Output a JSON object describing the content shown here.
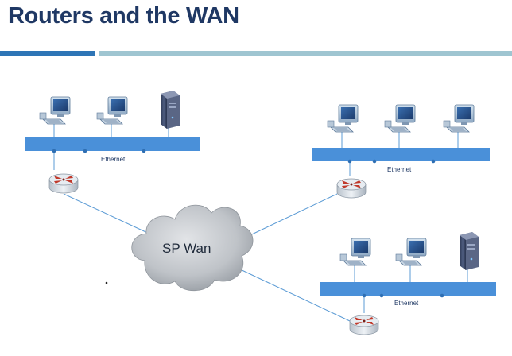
{
  "slide": {
    "title": "Routers and the WAN"
  },
  "diagram": {
    "cloud_label": "SP Wan",
    "lans": [
      {
        "segment_label": "Ethernet",
        "hosts": [
          "workstation",
          "workstation",
          "server"
        ]
      },
      {
        "segment_label": "Ethernet",
        "hosts": [
          "workstation",
          "workstation",
          "workstation"
        ]
      },
      {
        "segment_label": "Ethernet",
        "hosts": [
          "workstation",
          "workstation",
          "server"
        ]
      }
    ],
    "colors": {
      "title": "#1f3864",
      "accent_rule": "#2e75b6",
      "light_rule": "#9fc5d1",
      "ethernet_bar": "#4a90d9",
      "link_line": "#5b9bd5",
      "router_arrows": "#c0392b",
      "cloud": "#b8bcc1"
    },
    "icons": [
      "workstation-icon",
      "server-icon",
      "router-icon",
      "cloud-icon"
    ]
  }
}
